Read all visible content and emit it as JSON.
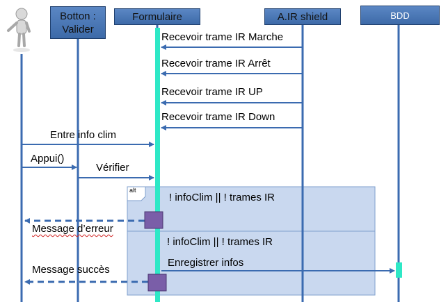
{
  "lifelines": {
    "button": "Botton :\nValider",
    "form": "Formulaire",
    "shield": "A.IR shield",
    "bdd": "BDD"
  },
  "messages": {
    "m1": "Recevoir trame IR Marche",
    "m2": "Recevoir trame IR Arrêt",
    "m3": "Recevoir trame IR UP",
    "m4": "Recevoir trame IR Down",
    "m5": "Entre info clim",
    "m6": "Appui()",
    "m7": "Vérifier",
    "m8": "Message d’erreur",
    "m9": "Message succès",
    "m10": "Enregistrer infos"
  },
  "frame": {
    "tag": "alt",
    "guard1": "! infoClim || ! trames IR",
    "guard2": "! infoClim || ! trames IR"
  },
  "colors": {
    "lifeline": "#3b6bb0",
    "activation": "#2ee8c6",
    "frame_fill": "#c7d6ee",
    "execution_box": "#7a5ea8",
    "header": "#4a78b8"
  }
}
